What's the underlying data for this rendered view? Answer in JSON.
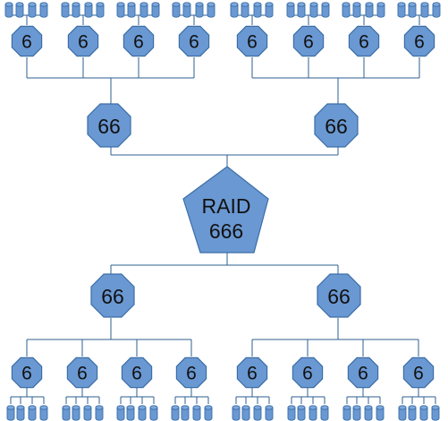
{
  "diagram": {
    "root": {
      "lines": [
        "RAID",
        "666"
      ]
    },
    "mid_label": "66",
    "leaf_label": "6",
    "disks_per_leaf": 4
  },
  "colors": {
    "fill": "#6a98d2",
    "stroke": "#3a6ea6",
    "wire": "#2e5f91"
  }
}
